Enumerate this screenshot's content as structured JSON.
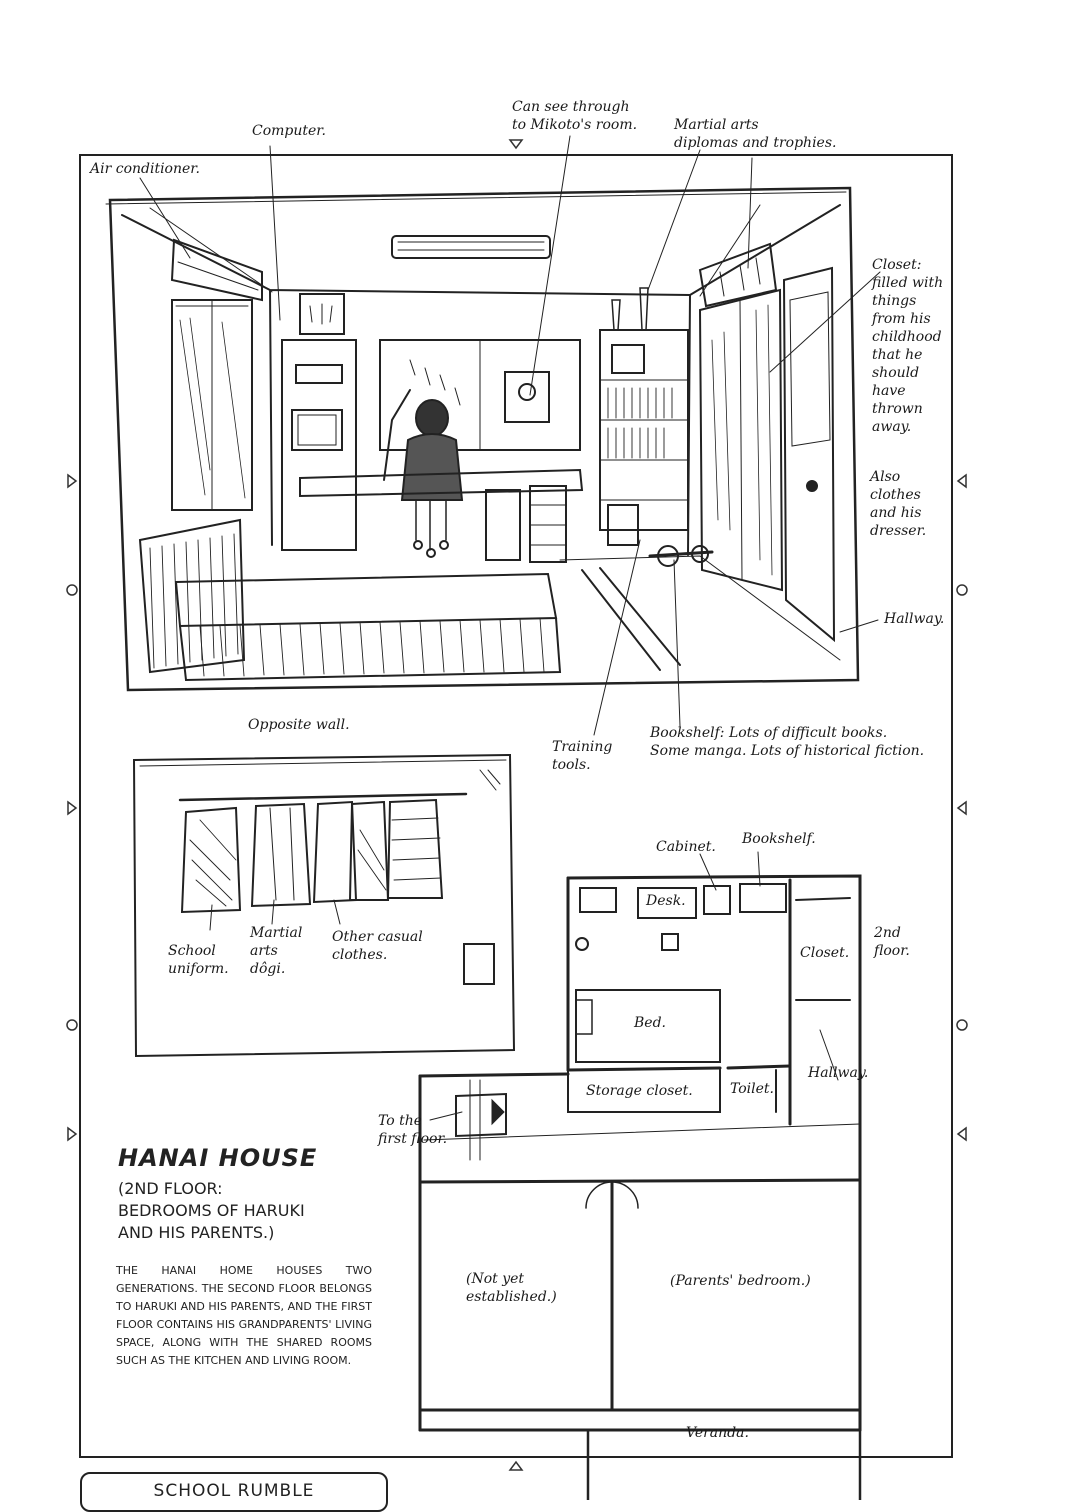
{
  "page": {
    "series_title": "SCHOOL RUMBLE",
    "title": "HANAI HOUSE",
    "subtitle": "(2ND FLOOR:\nBEDROOMS OF HARUKI\nAND HIS PARENTS.)",
    "description": "THE HANAI HOME HOUSES TWO GENERATIONS. THE SECOND FLOOR BELONGS TO HARUKI AND HIS PARENTS, AND THE FIRST FLOOR CONTAINS HIS GRANDPARENTS' LIVING SPACE, ALONG WITH THE SHARED ROOMS SUCH AS THE KITCHEN AND LIVING ROOM."
  },
  "room_sketch": {
    "labels": {
      "air_conditioner": "Air conditioner.",
      "computer": "Computer.",
      "see_through": "Can see through\nto Mikoto's room.",
      "martial_arts": "Martial arts\ndiplomas and trophies.",
      "closet": "Closet:\nfilled with\nthings\nfrom his\nchildhood\nthat he\nshould\nhave\nthrown\naway.",
      "clothes_dresser": "Also\nclothes\nand his\ndresser.",
      "hallway": "Hallway.",
      "training_tools": "Training\ntools.",
      "bookshelf": "Bookshelf: Lots of difficult books.\nSome manga. Lots of historical fiction."
    }
  },
  "wall_sketch": {
    "labels": {
      "opposite_wall": "Opposite wall.",
      "school_uniform": "School\nuniform.",
      "martial_dogi": "Martial\narts\ndôgi.",
      "casual_clothes": "Other casual\nclothes."
    }
  },
  "floor_plan": {
    "labels": {
      "cabinet": "Cabinet.",
      "bookshelf": "Bookshelf.",
      "desk": "Desk.",
      "second_floor": "2nd\nfloor.",
      "closet": "Closet.",
      "bed": "Bed.",
      "hallway": "Hallway.",
      "storage": "Storage closet.",
      "toilet": "Toilet.",
      "first_floor": "To the\nfirst floor.",
      "not_established": "(Not yet\nestablished.)",
      "parents_bedroom": "(Parents' bedroom.)",
      "veranda": "Veranda."
    }
  }
}
